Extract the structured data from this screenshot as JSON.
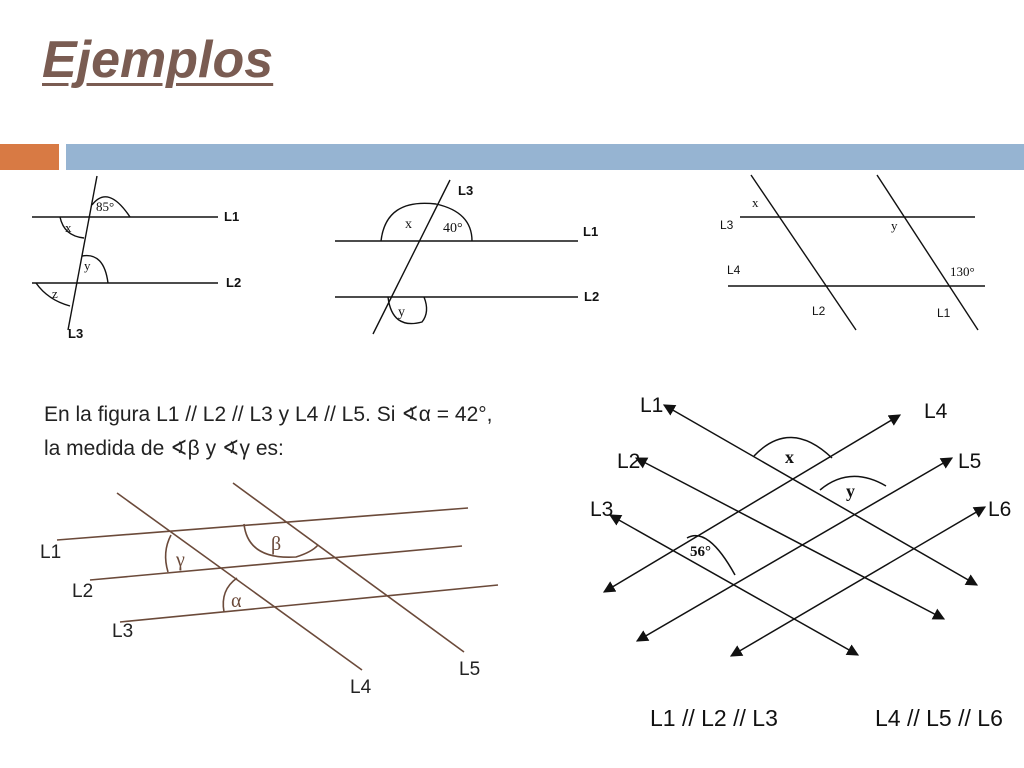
{
  "slide": {
    "title": "Ejemplos",
    "colors": {
      "title": "#7a5c52",
      "accent_orange": "#d87a44",
      "accent_blue": "#96b4d2",
      "fig_brown": "#6b4a3a"
    }
  },
  "figure1": {
    "line1": "L1",
    "line2": "L2",
    "line3": "L3",
    "angle_given": "85°",
    "angle_x": "x",
    "angle_y": "y",
    "angle_z": "z"
  },
  "figure2": {
    "line1": "L1",
    "line2": "L2",
    "line3": "L3",
    "angle_given": "40°",
    "angle_x": "x",
    "angle_y": "y"
  },
  "figure3": {
    "line1": "L1",
    "line2": "L2",
    "line3": "L3",
    "line4": "L4",
    "angle_given": "130°",
    "angle_x": "x",
    "angle_y": "y"
  },
  "figure4": {
    "problem_line1": "En la figura L1 // L2 // L3 y L4 // L5. Si ∢α = 42°,",
    "problem_line2": "la medida de ∢β y ∢γ es:",
    "line1": "L1",
    "line2": "L2",
    "line3": "L3",
    "line4": "L4",
    "line5": "L5",
    "angle_alpha": "α",
    "angle_beta": "β",
    "angle_gamma": "γ"
  },
  "figure5": {
    "line1": "L1",
    "line2": "L2",
    "line3": "L3",
    "line4": "L4",
    "line5": "L5",
    "line6": "L6",
    "angle_given": "56°",
    "angle_x": "x",
    "angle_y": "y",
    "parallel_a": "L1 // L2 // L3",
    "parallel_b": "L4 // L5 // L6"
  }
}
